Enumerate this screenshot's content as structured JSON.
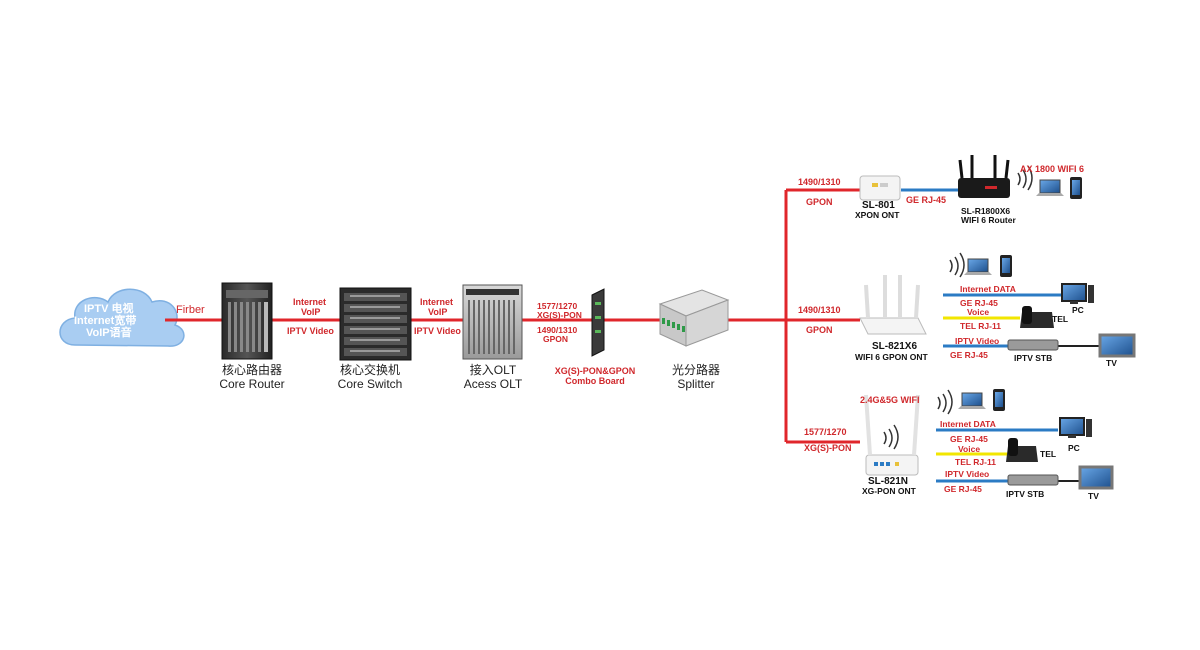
{
  "cloud": {
    "line1": "IPTV 电视",
    "line2": "Internet宽带",
    "line3": "VoIP语音"
  },
  "links": {
    "firber": "Firber",
    "router_switch_top": "Internet",
    "router_switch_top2": "VoIP",
    "router_switch_bottom": "IPTV Video",
    "switch_olt_top": "Internet",
    "switch_olt_top2": "VoIP",
    "switch_olt_bottom": "IPTV Video",
    "olt_top": "1577/1270",
    "olt_top2": "XG(S)-PON",
    "olt_bottom": "1490/1310",
    "olt_bottom2": "GPON"
  },
  "devices": {
    "core_router": {
      "cn": "核心路由器",
      "en": "Core Router"
    },
    "core_switch": {
      "cn": "核心交换机",
      "en": "Core Switch"
    },
    "olt": {
      "cn": "接入OLT",
      "en": "Acess OLT"
    },
    "combo_board": {
      "line1": "XG(S)-PON&GPON",
      "line2": "Combo Board"
    },
    "splitter": {
      "cn": "光分路器",
      "en": "Splitter"
    }
  },
  "branch1": {
    "wave": "1490/1310",
    "type": "GPON",
    "onu_model": "SL-801",
    "onu_desc": "XPON ONT",
    "link": "GE RJ-45",
    "router_model": "SL-R1800X6",
    "router_desc": "WIFI 6 Router",
    "wifi_label": "AX 1800   WIFI 6"
  },
  "branch2": {
    "wave": "1490/1310",
    "type": "GPON",
    "onu_model": "SL-821X6",
    "onu_desc": "WIFI 6 GPON ONT",
    "internet": "Internet DATA",
    "ge": "GE RJ-45",
    "voice": "Voice",
    "tel_rj": "TEL RJ-11",
    "iptv": "IPTV Video",
    "ge2": "GE RJ-45",
    "pc": "PC",
    "tel": "TEL",
    "stb": "IPTV STB",
    "tv": "TV"
  },
  "branch3": {
    "wave": "1577/1270",
    "type": "XG(S)-PON",
    "wifi": "2.4G&5G WIFI",
    "onu_model": "SL-821N",
    "onu_desc": "XG-PON ONT",
    "internet": "Internet DATA",
    "ge": "GE RJ-45",
    "voice": "Voice",
    "tel_rj": "TEL RJ-11",
    "iptv": "IPTV Video",
    "ge2": "GE RJ-45",
    "pc": "PC",
    "tel": "TEL",
    "stb": "IPTV STB",
    "tv": "TV"
  },
  "colors": {
    "fiber": "#e0262b",
    "ethernet": "#2b7bc4",
    "voice": "#f2e600",
    "cloud": "#9fc6ef"
  }
}
